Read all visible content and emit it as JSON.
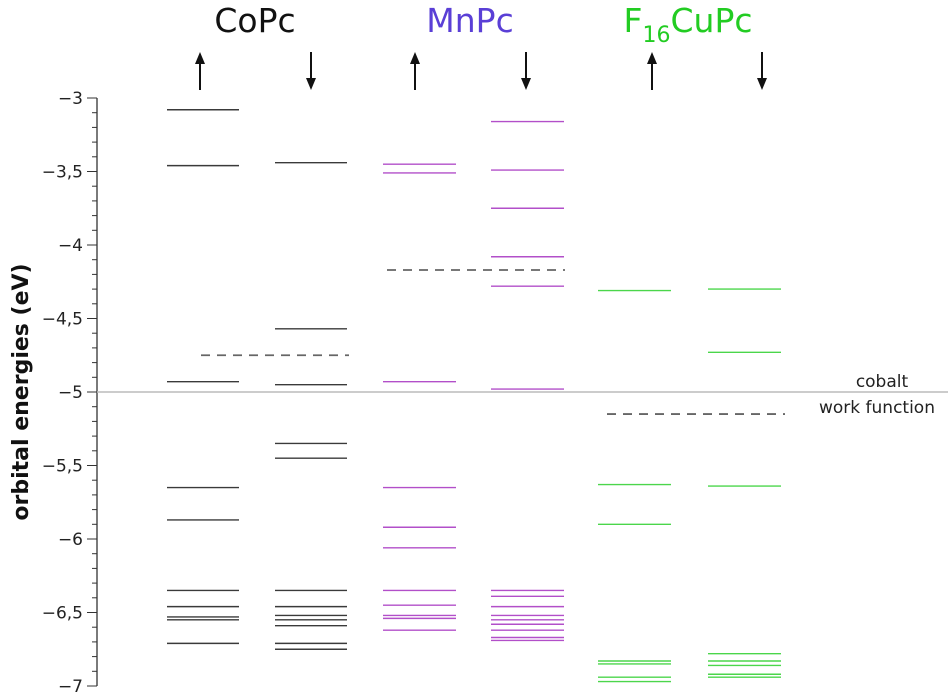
{
  "chart_data": {
    "type": "energy-level-diagram",
    "ylabel": "orbital energies (eV)",
    "ylim": [
      -7,
      -3
    ],
    "y_ticks": [
      -3,
      -3.5,
      -4,
      -4.5,
      -5,
      -5.5,
      -6,
      -6.5,
      -7
    ],
    "y_tick_labels": [
      "-3",
      "-3,5",
      "-4",
      "-4,5",
      "-5",
      "-5,5",
      "-6",
      "-6,5",
      "-7"
    ],
    "reference_line": {
      "value": -5.0,
      "label_line1": "cobalt",
      "label_line2": "work function",
      "color": "#bbbbbb"
    },
    "molecules": [
      {
        "name": "CoPc",
        "color": "#111111",
        "level_color": "#3a3a3a",
        "fermi_level": -4.75,
        "spin_up": [
          -3.08,
          -3.46,
          -4.93,
          -5.65,
          -5.87,
          -6.35,
          -6.46,
          -6.53,
          -6.55,
          -6.71
        ],
        "spin_down": [
          -3.44,
          -4.57,
          -4.95,
          -5.35,
          -5.45,
          -6.35,
          -6.46,
          -6.52,
          -6.55,
          -6.59,
          -6.71,
          -6.75
        ]
      },
      {
        "name": "MnPc",
        "color": "#5a3fd6",
        "level_color": "#b24fc9",
        "fermi_level": -4.17,
        "spin_up": [
          -3.45,
          -3.51,
          -4.93,
          -5.65,
          -5.92,
          -6.06,
          -6.35,
          -6.45,
          -6.52,
          -6.54,
          -6.62
        ],
        "spin_down": [
          -3.16,
          -3.49,
          -3.75,
          -4.08,
          -4.28,
          -4.98,
          -6.35,
          -6.39,
          -6.46,
          -6.52,
          -6.55,
          -6.58,
          -6.62,
          -6.67,
          -6.69
        ]
      },
      {
        "name": "F16CuPc",
        "name_parts": [
          "F",
          "16",
          "CuPc"
        ],
        "color": "#22cc22",
        "level_color": "#4bd64b",
        "fermi_level": -5.15,
        "spin_up": [
          -4.31,
          -5.63,
          -5.9,
          -6.83,
          -6.85,
          -6.94,
          -6.97
        ],
        "spin_down": [
          -4.3,
          -4.73,
          -5.64,
          -6.78,
          -6.83,
          -6.86,
          -6.92,
          -6.94
        ]
      }
    ]
  }
}
